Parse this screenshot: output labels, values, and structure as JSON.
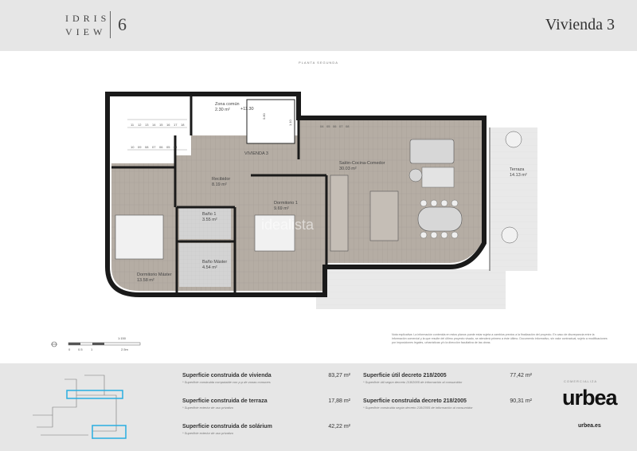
{
  "header": {
    "brand_line1": "IDRIS",
    "brand_line2": "VIEW",
    "brand_number": "6",
    "unit_title": "Vivienda 3"
  },
  "plan": {
    "floor_label": "PLANTA SEGUNDA",
    "unit_tag": "VIVIENDA 3",
    "rooms": [
      {
        "name": "Zona común",
        "area": "2.30 m²"
      },
      {
        "name": "Recibidor",
        "area": "8.19 m²"
      },
      {
        "name": "Salón-Cocina-Comedor",
        "area": "30.03 m²"
      },
      {
        "name": "Terraza",
        "area": "14.13 m²"
      },
      {
        "name": "Dormitorio 1",
        "area": "9.69 m²"
      },
      {
        "name": "Baño 1",
        "area": "3.55 m²"
      },
      {
        "name": "Baño Máster",
        "area": "4.54 m²"
      },
      {
        "name": "Dormitorio Máster",
        "area": "13.58 m²"
      }
    ],
    "stair_steps_a": [
      "11",
      "12",
      "13",
      "14",
      "15",
      "16",
      "17",
      "18"
    ],
    "stair_steps_b": [
      "10",
      "09",
      "08",
      "07",
      "06",
      "05",
      "04"
    ],
    "stair_steps_c": [
      "04",
      "05",
      "06",
      "07",
      "08"
    ],
    "elevator_dims": [
      "0.80",
      "1.10"
    ],
    "level_mark": "+11.30",
    "watermark": "idealista"
  },
  "scale": {
    "ratio": "1:150",
    "ticks": [
      "0",
      "0.5",
      "1",
      "2.5m"
    ]
  },
  "note": "Nota explicativa: La información contenida en estos planos puede estar sujeta a cambios previos a la finalización del proyecto. En caso de discrepancia entre la información comercial y la que resulte del último proyecto visado, se atenderá primero a éste último. Documento informativo, sin valor contractual, sujeto a modificaciones por imposiciones legales, urbanísticas y/o la dirección facultativa de las obras.",
  "stats": {
    "construida_vivienda": {
      "label": "Superficie construida de vivienda",
      "sub": "* Superficie construida computable con p.p de zonas comunes",
      "value": "83,27 m²"
    },
    "construida_terraza": {
      "label": "Superficie construida de terraza",
      "sub": "* Superficie exterior de uso privativo",
      "value": "17,88 m²"
    },
    "construida_solarium": {
      "label": "Superficie construida de solárium",
      "sub": "* Superficie exterior de uso privativo",
      "value": "42,22 m²"
    },
    "util_decreto": {
      "label": "Superficie útil decreto 218/2005",
      "sub": "* Superficie útil según decreto 218/2005 de información al consumidor",
      "value": "77,42 m²"
    },
    "construida_decreto": {
      "label": "Superficie construida decreto 218/2005",
      "sub": "* Superficie construida según decreto 218/2005 de información al consumidor",
      "value": "90,31 m²"
    }
  },
  "footer": {
    "comercializa": "COMERCIALIZA",
    "logo": "urbea",
    "web": "urbea.es"
  },
  "colors": {
    "header_bg": "#e6e6e6",
    "wall": "#1a1a1a",
    "floor_wood": "#b3aba2",
    "floor_tile": "#cfcfcf",
    "highlight": "#29aee0"
  }
}
